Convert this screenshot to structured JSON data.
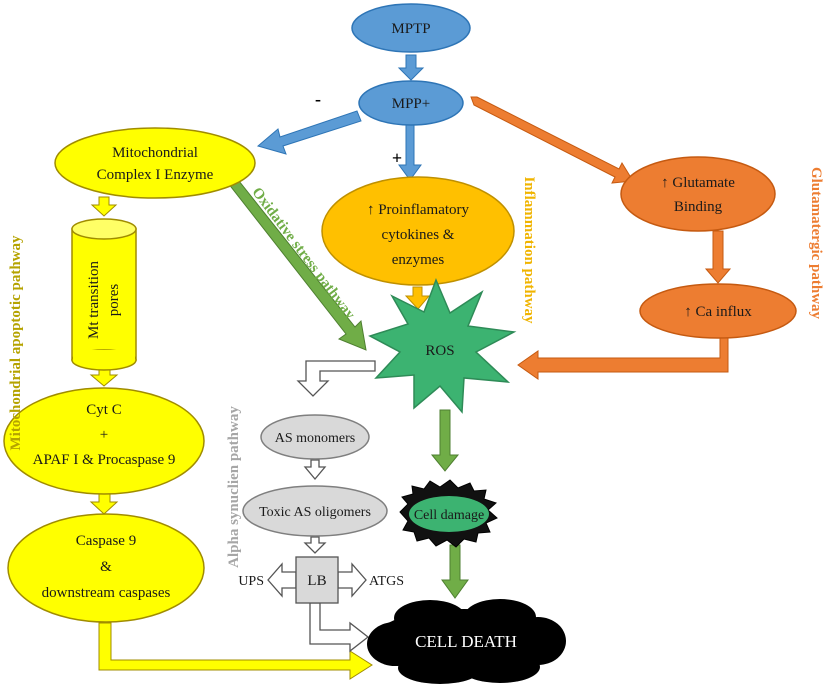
{
  "nodes": {
    "mptp": "MPTP",
    "mpp": "MPP+",
    "mito_complex_line1": "Mitochondrial",
    "mito_complex_line2": "Complex I Enzyme",
    "proinflam_line1": "↑ Proinflamatory",
    "proinflam_line2": "cytokines &",
    "proinflam_line3": "enzymes",
    "glutamate_line1": "↑ Glutamate",
    "glutamate_line2": "Binding",
    "ca_influx": "↑ Ca influx",
    "mt_pores_line1": "Mt transition",
    "mt_pores_line2": "pores",
    "ros": "ROS",
    "cytc_line1": "Cyt C",
    "cytc_line2": "+",
    "cytc_line3": "APAF I & Procaspase 9",
    "caspase_line1": "Caspase 9",
    "caspase_line2": "&",
    "caspase_line3": "downstream caspases",
    "as_monomers": "AS monomers",
    "toxic_as": "Toxic AS oligomers",
    "lb": "LB",
    "ups": "UPS",
    "atgs": "ATGS",
    "cell_damage": "Cell damage",
    "cell_death": "CELL DEATH"
  },
  "signs": {
    "minus": "-",
    "plus": "+"
  },
  "pathways": {
    "mitochondrial_apoptotic": "Mitochondrial apoptotic pathway",
    "oxidative_stress": "Oxidative stress pathway",
    "inflammation": "Inflammation pathway",
    "glutamatergic": "Glutamatergic pathway",
    "alpha_synuclein": "Alpha synuclien pathway"
  },
  "colors": {
    "blue": "#5b9bd5",
    "yellow": "#ffff00",
    "gold": "#ffc000",
    "orange": "#ed7d31",
    "green": "#70ad47",
    "grey": "#d9d9d9",
    "black": "#000000",
    "olive_label": "#b5a300",
    "gold_label": "#f0b400",
    "orange_label": "#ed7d31",
    "green_label": "#70ad47",
    "grey_label": "#a6a6a6"
  }
}
